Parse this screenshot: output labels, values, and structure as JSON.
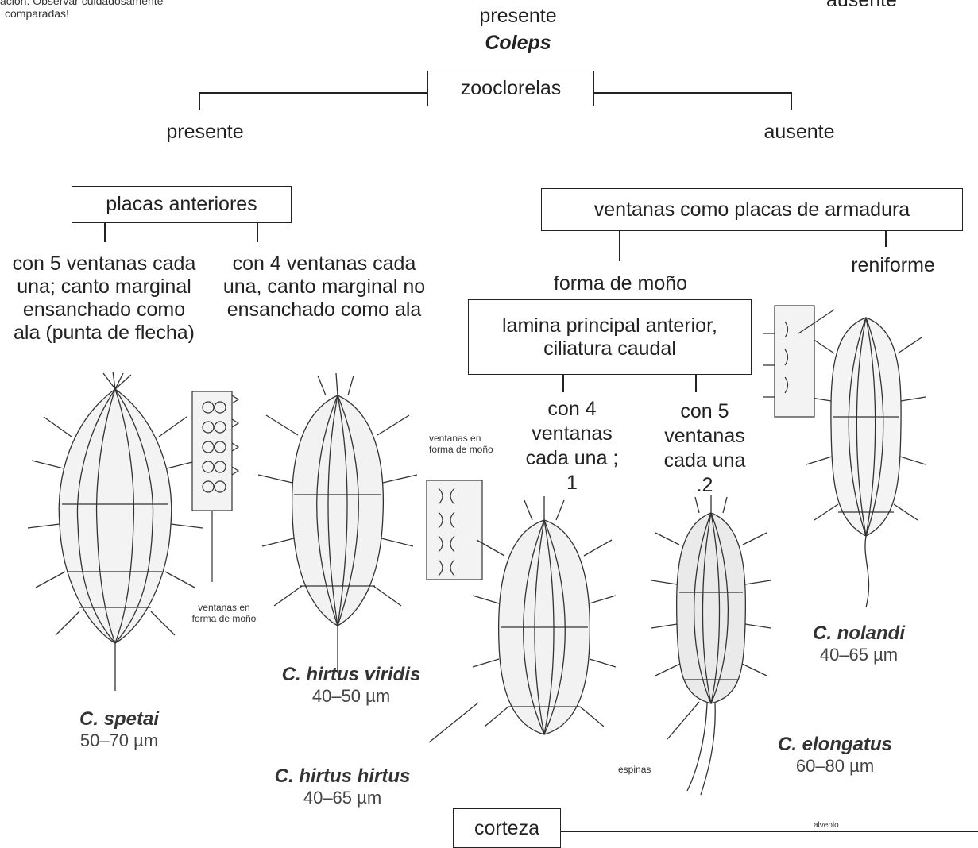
{
  "top_left_note": [
    "ación: Observar cuidadosamente",
    "comparadas!"
  ],
  "top_right_text": "ausente",
  "top_center": {
    "presente": "presente",
    "genus": "Coleps"
  },
  "zooclorelas": {
    "label": "zooclorelas",
    "left": "presente",
    "right": "ausente"
  },
  "placas": {
    "label": "placas anteriores",
    "opt1": [
      "con 5 ventanas cada",
      "una; canto marginal",
      "ensanchado como",
      "ala (punta de flecha)"
    ],
    "opt2": [
      "con 4 ventanas cada",
      "una, canto marginal no",
      "ensanchado como ala"
    ]
  },
  "ventanas": {
    "label": "ventanas como placas de armadura",
    "left": "forma de moño",
    "right": "reniforme"
  },
  "lamina": {
    "label": [
      "lamina principal anterior,",
      "ciliatura caudal"
    ],
    "opt1": [
      "con 4",
      "ventanas",
      "cada una ;",
      "1"
    ],
    "opt2": [
      "con 5",
      "ventanas",
      "cada una",
      ".2"
    ]
  },
  "annotations": {
    "ventanas_moño_1": [
      "ventanas en",
      "forma de moño"
    ],
    "ventanas_moño_2": [
      "ventanas en",
      "forma de moño"
    ],
    "espinas": "espinas",
    "alveolo": "alveolo"
  },
  "species": [
    {
      "name": "C. spetai",
      "size": "50–70 µm"
    },
    {
      "name": "C. hirtus viridis",
      "size": "40–50 µm"
    },
    {
      "name": "C. hirtus hirtus",
      "size": "40–65 µm"
    },
    {
      "name": "C. nolandi",
      "size": "40–65 µm"
    },
    {
      "name": "C. elongatus",
      "size": "60–80 µm"
    }
  ],
  "corteza": "corteza"
}
